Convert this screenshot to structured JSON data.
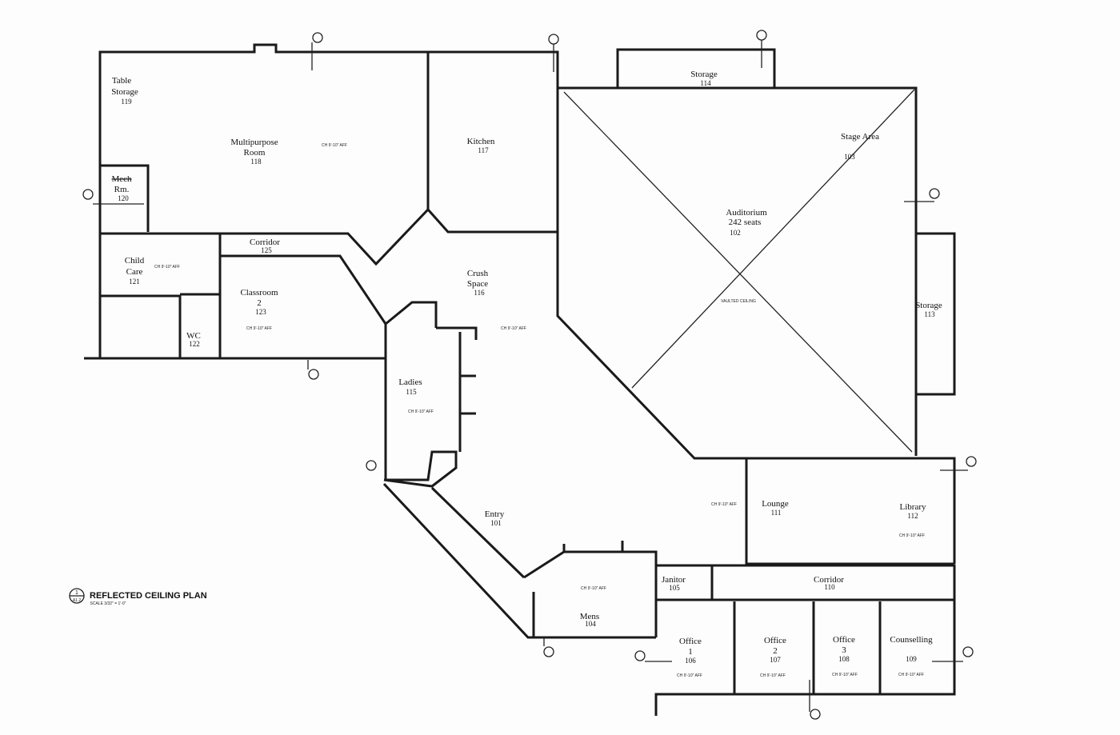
{
  "plan": {
    "title": "REFLECTED CEILING PLAN",
    "scale": "SCALE 3/32\" = 1'-0\"",
    "marker_number": "1",
    "marker_sheet": "A1.2",
    "ceiling_note": "CH 9'-10\" AFF",
    "vaulted_note": "VAULTED CEILING"
  },
  "rooms": [
    {
      "id": "table-storage",
      "name": "Table Storage",
      "number": "119"
    },
    {
      "id": "multipurpose",
      "name": "Multipurpose Room",
      "number": "118"
    },
    {
      "id": "kitchen",
      "name": "Kitchen",
      "number": "117"
    },
    {
      "id": "mech",
      "name": "Mech Rm.",
      "number": "120"
    },
    {
      "id": "corridor-125",
      "name": "Corridor",
      "number": "125"
    },
    {
      "id": "child-care",
      "name": "Child Care",
      "number": "121"
    },
    {
      "id": "classroom-2",
      "name": "Classroom 2",
      "number": "123"
    },
    {
      "id": "wc",
      "name": "WC",
      "number": "122"
    },
    {
      "id": "crush-space",
      "name": "Crush Space",
      "number": "116"
    },
    {
      "id": "ladies",
      "name": "Ladies",
      "number": "115"
    },
    {
      "id": "storage-114",
      "name": "Storage",
      "number": "114"
    },
    {
      "id": "stage",
      "name": "Stage Area",
      "number": "103"
    },
    {
      "id": "auditorium",
      "name": "Auditorium",
      "subtitle": "242 seats",
      "number": "102"
    },
    {
      "id": "storage-113",
      "name": "Storage",
      "number": "113"
    },
    {
      "id": "entry",
      "name": "Entry",
      "number": "101"
    },
    {
      "id": "lounge",
      "name": "Lounge",
      "number": "111"
    },
    {
      "id": "library",
      "name": "Library",
      "number": "112"
    },
    {
      "id": "janitor",
      "name": "Janitor",
      "number": "105"
    },
    {
      "id": "corridor-110",
      "name": "Corridor",
      "number": "110"
    },
    {
      "id": "mens",
      "name": "Mens",
      "number": "104"
    },
    {
      "id": "office-1",
      "name": "Office 1",
      "number": "106"
    },
    {
      "id": "office-2",
      "name": "Office 2",
      "number": "107"
    },
    {
      "id": "office-3",
      "name": "Office 3",
      "number": "108"
    },
    {
      "id": "counselling",
      "name": "Counselling",
      "number": "109"
    }
  ]
}
